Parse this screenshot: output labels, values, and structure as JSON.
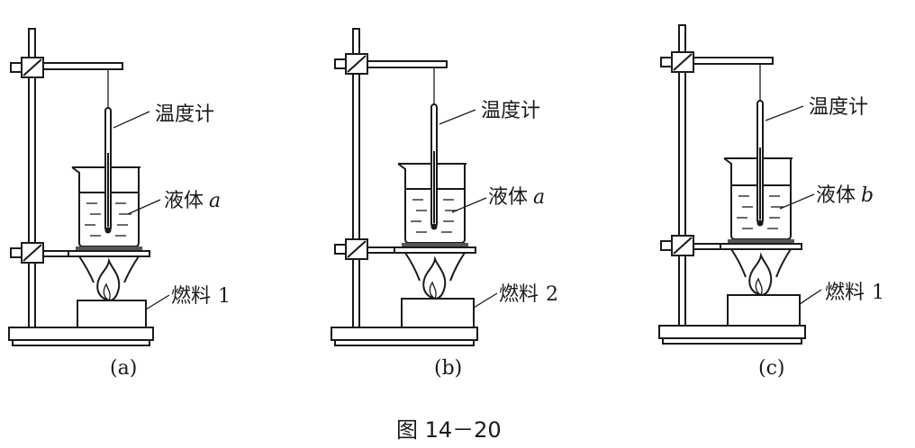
{
  "panels": [
    {
      "caption": "(a)",
      "thermometer_label": "温度计",
      "liquid_label": "液体",
      "liquid_var": "a",
      "fuel_label": "燃料",
      "fuel_num": "1"
    },
    {
      "caption": "(b)",
      "thermometer_label": "温度计",
      "liquid_label": "液体",
      "liquid_var": "a",
      "fuel_label": "燃料",
      "fuel_num": "2"
    },
    {
      "caption": "(c)",
      "thermometer_label": "温度计",
      "liquid_label": "液体",
      "liquid_var": "b",
      "fuel_label": "燃料",
      "fuel_num": "1"
    }
  ],
  "figure_caption": "图 14－20"
}
